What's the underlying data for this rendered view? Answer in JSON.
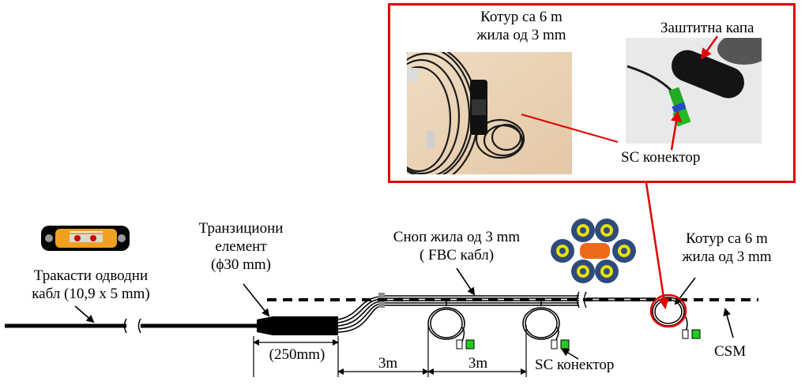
{
  "inset": {
    "photo1_caption": [
      "Котур са 6 m",
      "жила од 3 mm"
    ],
    "cap_label": "Заштитна капа",
    "sc_label": "SC конектор",
    "border_color": "#e00000"
  },
  "labels": {
    "drop_cable": [
      "Тракасти одводни",
      "кабл (10,9 x 5 mm)"
    ],
    "transition": [
      "Транзициони",
      "елемент",
      "(ϕ30 mm)"
    ],
    "bundle": [
      "Сноп жила од 3 mm",
      "( FBC кабл)"
    ],
    "coil_right": [
      "Котур са 6 m",
      "жила од 3 mm"
    ],
    "dim_250": "(250mm)",
    "dim_3m_a": "3m",
    "dim_3m_b": "3m",
    "sc_bottom": "SC конектор",
    "csm": "CSM"
  },
  "colors": {
    "accent_red": "#e00000",
    "connector_green": "#22cc22",
    "fbc_blue": "#2f4b7c",
    "fbc_yellow": "#e8e000",
    "fbc_orange": "#ee6a1a",
    "drop_orange": "#f0a020"
  }
}
